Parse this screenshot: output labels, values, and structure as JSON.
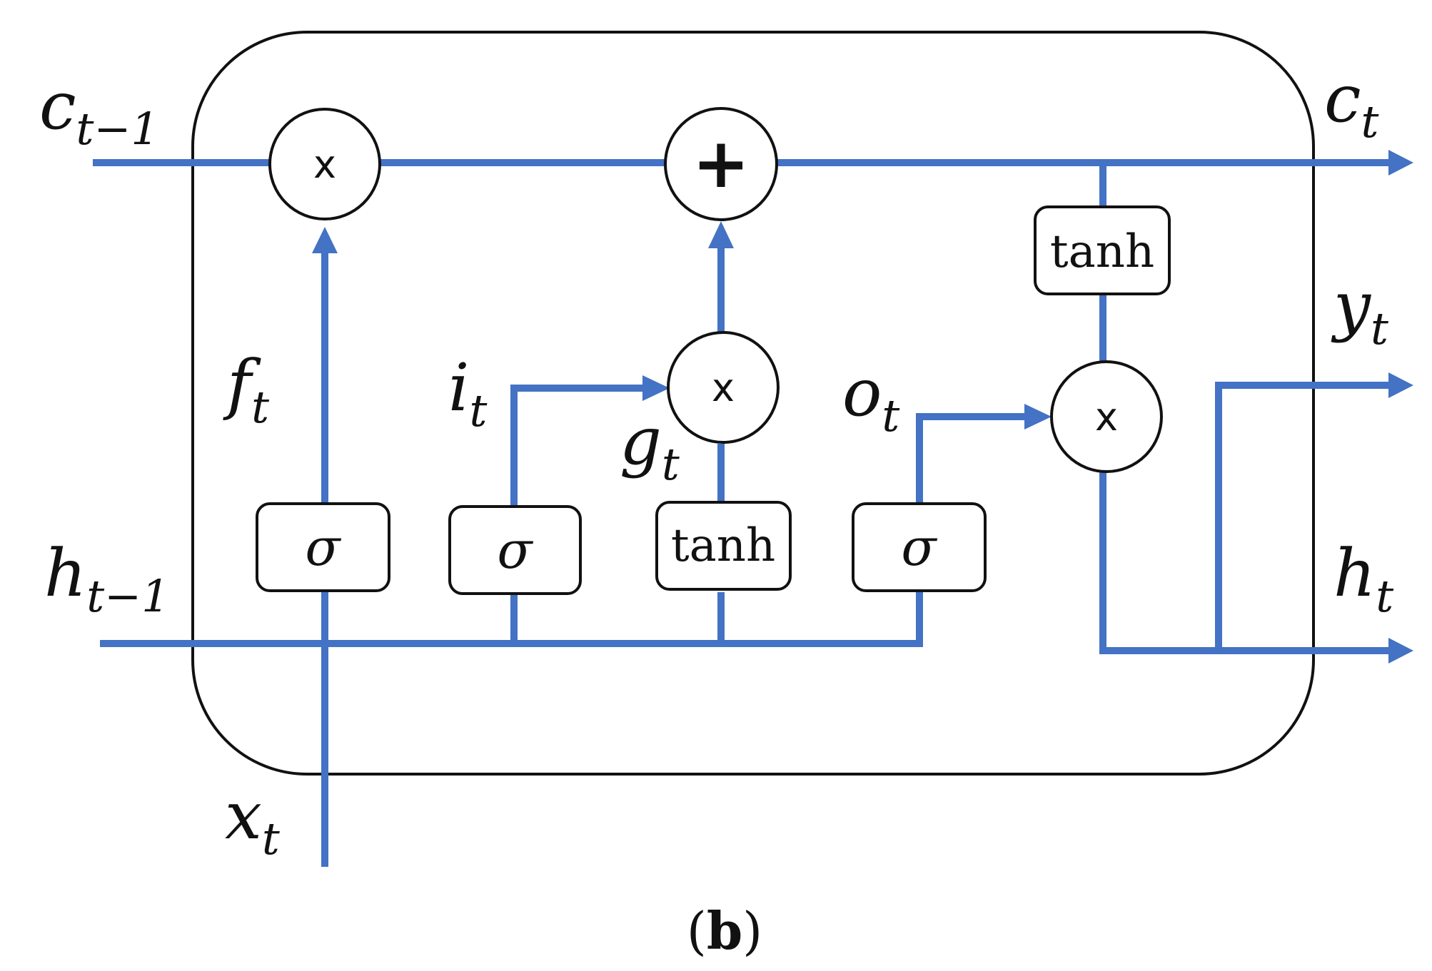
{
  "caption": {
    "open": "(",
    "letter": "b",
    "close": ")"
  },
  "operators": {
    "multiply": "x",
    "add": "+"
  },
  "gates": {
    "forget": "σ",
    "input": "σ",
    "candidate": "tanh",
    "output": "σ",
    "cell_tanh": "tanh"
  },
  "labels": {
    "c_prev": {
      "base": "c",
      "sub": "t−1"
    },
    "h_prev": {
      "base": "h",
      "sub": "t−1"
    },
    "x_t": {
      "base": "x",
      "sub": "t"
    },
    "f_t": {
      "base": "f",
      "sub": "t"
    },
    "i_t": {
      "base": "i",
      "sub": "t"
    },
    "g_t": {
      "base": "g",
      "sub": "t"
    },
    "o_t": {
      "base": "o",
      "sub": "t"
    },
    "c_t": {
      "base": "c",
      "sub": "t"
    },
    "y_t": {
      "base": "y",
      "sub": "t"
    },
    "h_t": {
      "base": "h",
      "sub": "t"
    }
  },
  "colors": {
    "wire": "#4472C4",
    "outline": "#111111"
  }
}
